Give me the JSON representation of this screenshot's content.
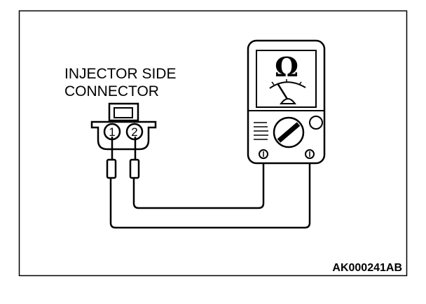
{
  "connector": {
    "title_line1": "INJECTOR SIDE",
    "title_line2": "CONNECTOR",
    "pins": [
      "1",
      "2"
    ]
  },
  "meter": {
    "unit_symbol": "Ω"
  },
  "figure_code": "AK000241AB",
  "icons": {
    "meter": "ohmmeter-icon",
    "connector": "connector-icon"
  }
}
